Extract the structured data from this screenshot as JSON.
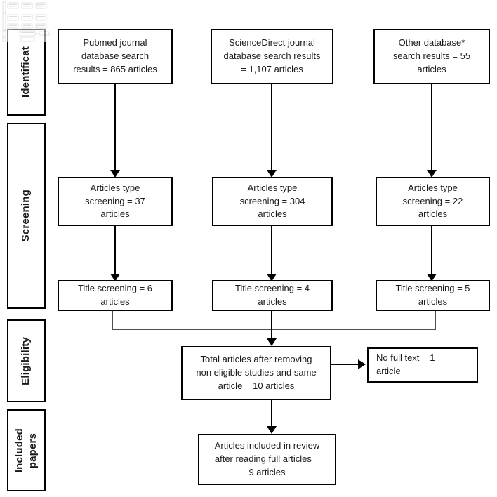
{
  "diagram": {
    "title": "PRISMA study selection flow diagram",
    "type": "flowchart",
    "colors": {
      "box_border": "#000000",
      "box_fill": "#ffffff",
      "text": "#1a1a1a",
      "connector": "#000000",
      "connector_thin": "#4f4f4f"
    },
    "stages": [
      {
        "id": "identification",
        "label": "Identificat"
      },
      {
        "id": "screening",
        "label": "Screening"
      },
      {
        "id": "eligibility",
        "label": "Eligibility"
      },
      {
        "id": "included",
        "label": "Included\npapers"
      }
    ],
    "rows": {
      "identification": [
        {
          "id": "pubmed-search",
          "text": "Pubmed journal\ndatabase search\nresults = 865 articles",
          "count": 865,
          "source": "Pubmed"
        },
        {
          "id": "sciencedirect-search",
          "text": "ScienceDirect journal\ndatabase search results\n= 1,107 articles",
          "count": 1107,
          "source": "ScienceDirect"
        },
        {
          "id": "other-database-search",
          "text": "Other database*\nsearch results = 55\narticles",
          "count": 55,
          "source": "Other database*"
        }
      ],
      "article_type_screening": [
        {
          "id": "article-type-pubmed",
          "text": "Articles type\nscreening = 37\narticles",
          "count": 37
        },
        {
          "id": "article-type-sciencedirect",
          "text": "Articles type\nscreening = 304\narticles",
          "count": 304
        },
        {
          "id": "article-type-other",
          "text": "Articles type\nscreening = 22\narticles",
          "count": 22
        }
      ],
      "title_screening": [
        {
          "id": "title-screening-pubmed",
          "text": "Title screening = 6\narticles",
          "count": 6
        },
        {
          "id": "title-screening-sciencedirect",
          "text": "Title screening = 4\narticles",
          "count": 4
        },
        {
          "id": "title-screening-other",
          "text": "Title screening =  5\narticles",
          "count": 5
        }
      ],
      "eligibility": {
        "id": "total-articles",
        "text": "Total articles after removing\nnon eligible studies and same\narticle = 10 articles",
        "count": 10
      },
      "excluded": {
        "id": "no-full-text",
        "text": "No full text = 1\narticle",
        "count": 1
      },
      "included": {
        "id": "articles-included",
        "text": "Articles included in review\nafter reading full articles =\n9 articles",
        "count": 9
      }
    }
  }
}
